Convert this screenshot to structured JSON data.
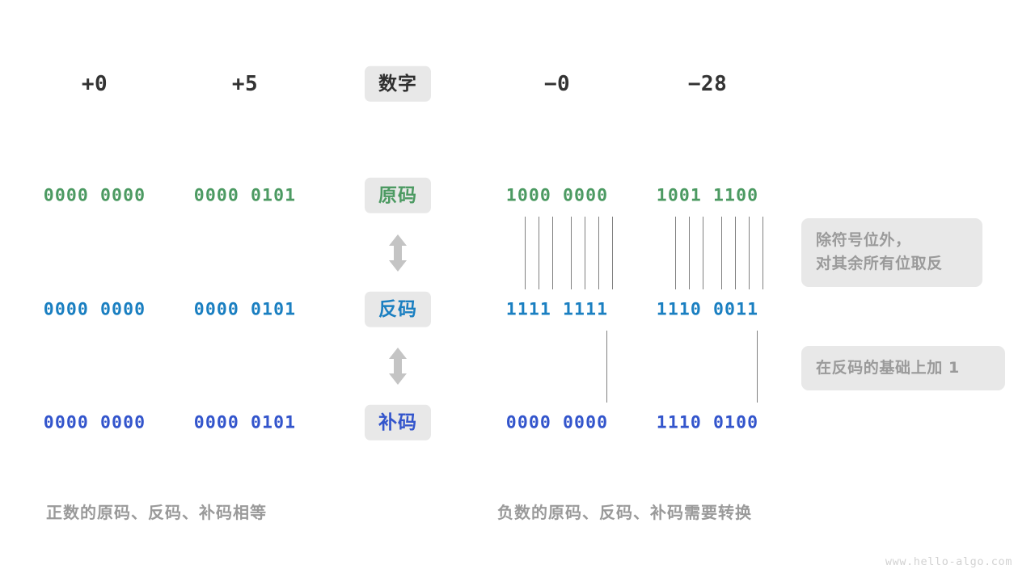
{
  "page": {
    "background": "#ffffff",
    "watermark": "www.hello-algo.com"
  },
  "colors": {
    "green": "#4c9a62",
    "blue": "#1a7fc1",
    "indigo": "#3355cc",
    "dark": "#2f2f2f",
    "muted": "#9a9a9a",
    "chip_bg": "#e8e8e8",
    "line": "#808080"
  },
  "row_labels": [
    {
      "text": "数字",
      "color_key": "dark"
    },
    {
      "text": "原码",
      "color_key": "green"
    },
    {
      "text": "反码",
      "color_key": "blue"
    },
    {
      "text": "补码",
      "color_key": "indigo"
    }
  ],
  "header": {
    "left": [
      "+0",
      "+5"
    ],
    "right": [
      "−0",
      "−28"
    ]
  },
  "rows": {
    "true_form": {
      "label": "原码",
      "left": [
        "0000 0000",
        "0000 0101"
      ],
      "right": [
        "1000 0000",
        "1001 1100"
      ]
    },
    "ones_complement": {
      "label": "反码",
      "left": [
        "0000 0000",
        "0000 0101"
      ],
      "right": [
        "1111 1111",
        "1110 0011"
      ]
    },
    "twos_complement": {
      "label": "补码",
      "left": [
        "0000 0000",
        "0000 0101"
      ],
      "right": [
        "0000 0000",
        "1110 0100"
      ]
    }
  },
  "notes": [
    {
      "text": "除符号位外，\n对其余所有位取反"
    },
    {
      "text": "在反码的基础上加  1"
    }
  ],
  "captions": {
    "left": "正数的原码、反码、补码相等",
    "right": "负数的原码、反码、补码需要转换"
  },
  "icons": {
    "arrow_updown": "double-headed-vertical-arrow"
  }
}
